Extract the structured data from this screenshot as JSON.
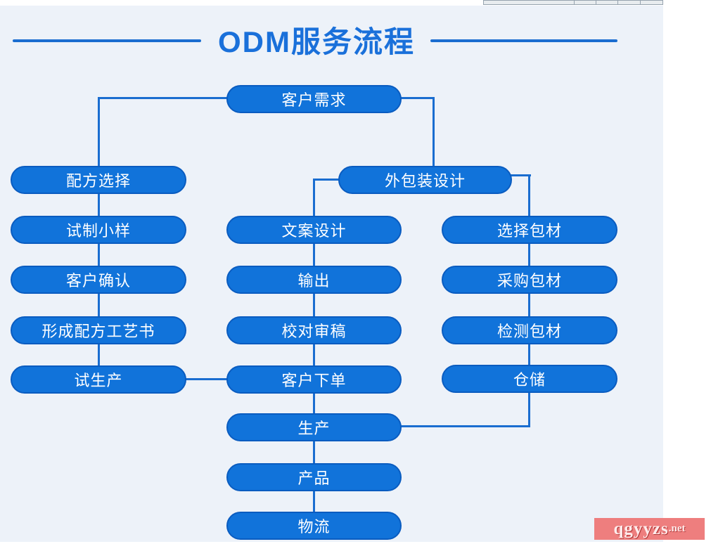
{
  "title": "ODM服务流程",
  "colors": {
    "node_fill": "#1173da",
    "node_border": "#0a5cc0",
    "line": "#1a6dd0",
    "title_text": "#1a70da",
    "panel_bg": "#edf2f9",
    "watermark_bg": "#ee7e7e"
  },
  "nodes": [
    {
      "id": "customer-demand",
      "label": "客户需求"
    },
    {
      "id": "formula-selection",
      "label": "配方选择"
    },
    {
      "id": "trial-sample",
      "label": "试制小样"
    },
    {
      "id": "customer-confirm",
      "label": "客户确认"
    },
    {
      "id": "formula-process-doc",
      "label": "形成配方工艺书"
    },
    {
      "id": "trial-production",
      "label": "试生产"
    },
    {
      "id": "packaging-design",
      "label": "外包装设计"
    },
    {
      "id": "copy-design",
      "label": "文案设计"
    },
    {
      "id": "output",
      "label": "输出"
    },
    {
      "id": "proofreading",
      "label": "校对审稿"
    },
    {
      "id": "customer-order",
      "label": "客户下单"
    },
    {
      "id": "production",
      "label": "生产"
    },
    {
      "id": "product",
      "label": "产品"
    },
    {
      "id": "logistics",
      "label": "物流"
    },
    {
      "id": "select-packaging",
      "label": "选择包材"
    },
    {
      "id": "purchase-packaging",
      "label": "采购包材"
    },
    {
      "id": "inspect-packaging",
      "label": "检测包材"
    },
    {
      "id": "warehousing",
      "label": "仓储"
    }
  ],
  "edges": [
    [
      "customer-demand",
      "formula-selection"
    ],
    [
      "customer-demand",
      "packaging-design"
    ],
    [
      "formula-selection",
      "trial-sample"
    ],
    [
      "trial-sample",
      "customer-confirm"
    ],
    [
      "customer-confirm",
      "formula-process-doc"
    ],
    [
      "formula-process-doc",
      "trial-production"
    ],
    [
      "trial-production",
      "customer-order"
    ],
    [
      "packaging-design",
      "copy-design"
    ],
    [
      "packaging-design",
      "select-packaging"
    ],
    [
      "copy-design",
      "output"
    ],
    [
      "output",
      "proofreading"
    ],
    [
      "proofreading",
      "customer-order"
    ],
    [
      "customer-order",
      "production"
    ],
    [
      "select-packaging",
      "purchase-packaging"
    ],
    [
      "purchase-packaging",
      "inspect-packaging"
    ],
    [
      "inspect-packaging",
      "warehousing"
    ],
    [
      "warehousing",
      "production"
    ],
    [
      "production",
      "product"
    ],
    [
      "product",
      "logistics"
    ]
  ],
  "watermark": {
    "main": "qgyyzs",
    "suffix": ".net"
  }
}
